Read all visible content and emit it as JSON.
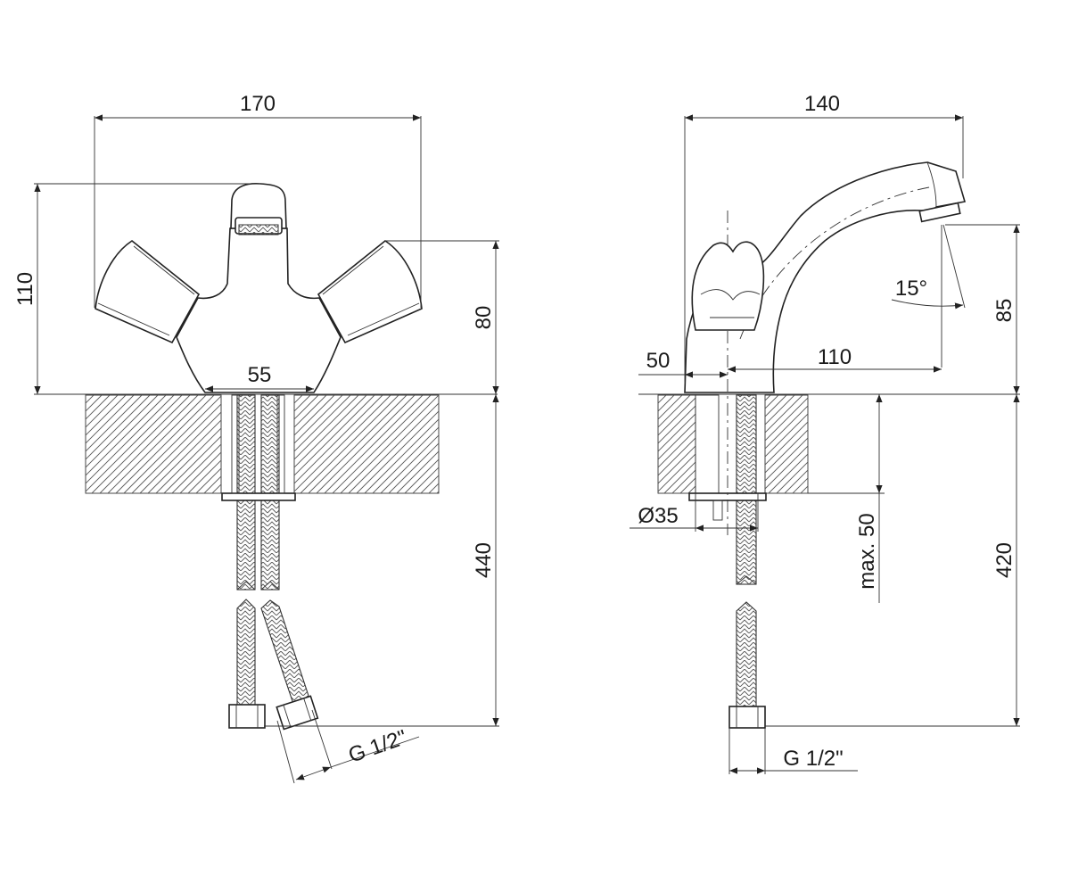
{
  "front_view": {
    "dim_width": "170",
    "dim_height": "110",
    "dim_handle_height": "80",
    "dim_base": "55",
    "dim_hose_length": "440",
    "dim_thread": "G 1/2\""
  },
  "side_view": {
    "dim_width": "140",
    "dim_base": "50",
    "dim_reach": "110",
    "dim_angle": "15°",
    "dim_spout_height": "85",
    "dim_hole": "Ø35",
    "dim_max_thickness": "max. 50",
    "dim_hose_length": "420",
    "dim_thread": "G 1/2\""
  }
}
